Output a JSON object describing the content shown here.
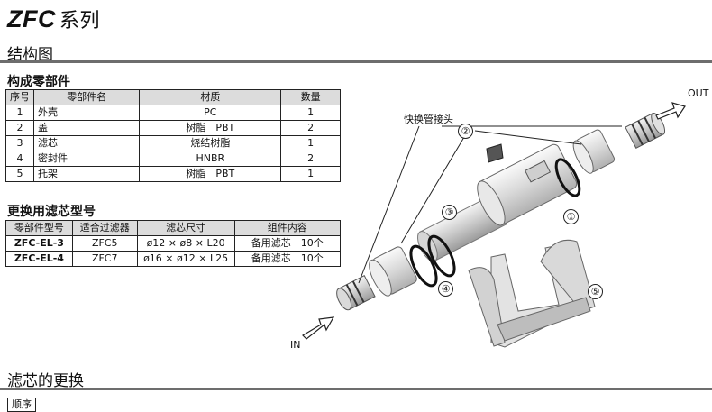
{
  "header": {
    "series_code": "ZFC",
    "series_suffix": "系列"
  },
  "section_structure": {
    "title": "结构图"
  },
  "parts_table": {
    "title": "构成零部件",
    "columns": [
      "序号",
      "零部件名",
      "材质",
      "数量"
    ],
    "rows": [
      {
        "no": "1",
        "name": "外壳",
        "material": "PC",
        "qty": "1"
      },
      {
        "no": "2",
        "name": "盖",
        "material": "树脂　PBT",
        "qty": "2"
      },
      {
        "no": "3",
        "name": "滤芯",
        "material": "烧结树脂",
        "qty": "1"
      },
      {
        "no": "4",
        "name": "密封件",
        "material": "HNBR",
        "qty": "2"
      },
      {
        "no": "5",
        "name": "托架",
        "material": "树脂　PBT",
        "qty": "1"
      }
    ]
  },
  "replacement_table": {
    "title": "更换用滤芯型号",
    "columns": [
      "零部件型号",
      "适合过滤器",
      "滤芯尺寸",
      "组件内容"
    ],
    "rows": [
      {
        "model": "ZFC-EL-3",
        "filter": "ZFC5",
        "size": "ø12 × ø8 × L20",
        "content": "备用滤芯　10个"
      },
      {
        "model": "ZFC-EL-4",
        "filter": "ZFC7",
        "size": "ø16 × ø12 × L25",
        "content": "备用滤芯　10个"
      }
    ]
  },
  "diagram": {
    "label_out": "OUT",
    "label_in": "IN",
    "label_fitting": "快换管接头",
    "callouts": [
      "①",
      "②",
      "③",
      "④",
      "⑤"
    ]
  },
  "section_replace": {
    "title": "滤芯的更换"
  },
  "steps_label": "顺序"
}
